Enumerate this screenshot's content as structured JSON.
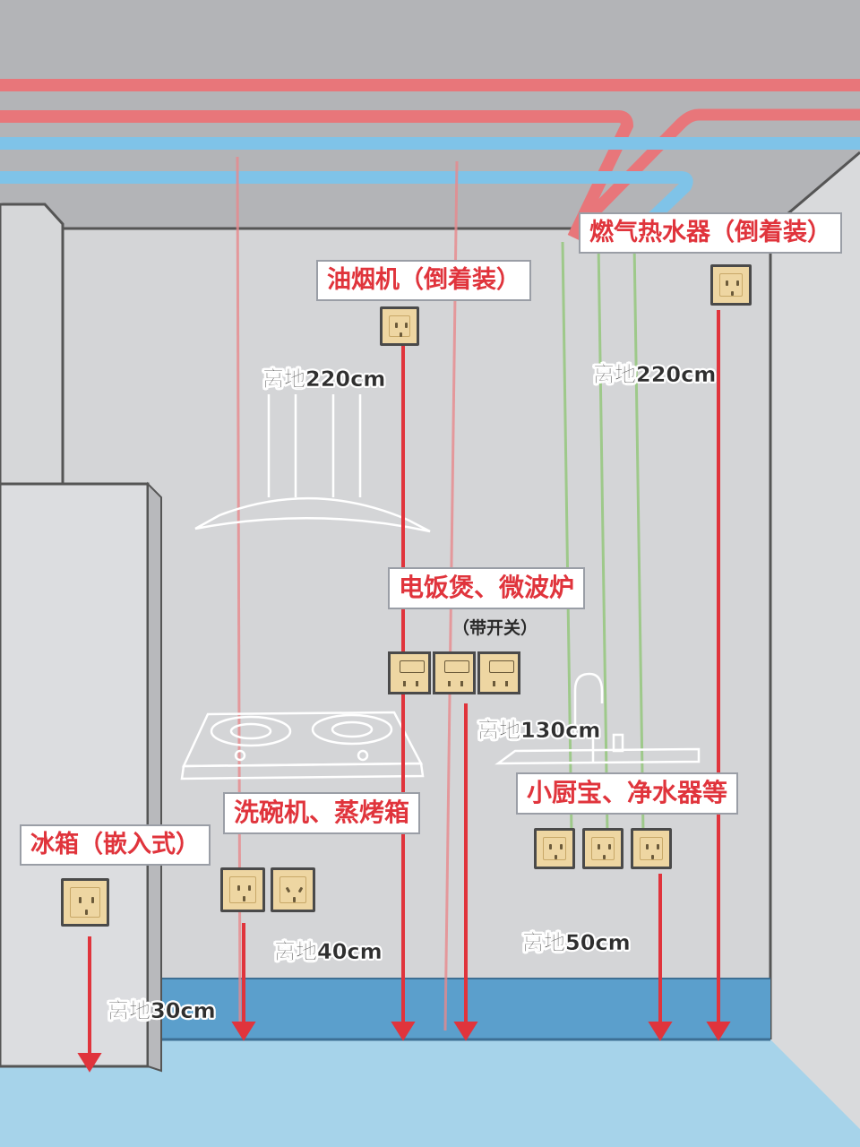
{
  "labels": {
    "hood": "油烟机（倒着装）",
    "heater": "燃气热水器（倒着装）",
    "rice": "电饭煲、微波炉",
    "rice_sub": "（带开关）",
    "dish": "洗碗机、蒸烤箱",
    "fridge": "冰箱（嵌入式）",
    "small": "小厨宝、净水器等"
  },
  "heights": {
    "hood": "离地220cm",
    "heater": "离地220cm",
    "rice": "离地130cm",
    "dish": "离地40cm",
    "fridge": "离地30cm",
    "small": "离地50cm"
  },
  "colors": {
    "accent_red": "#e0343c",
    "pipe_red": "#e8767a",
    "pipe_blue": "#7fc3e8",
    "wall": "#cfd0d2",
    "floor": "#a6d3ea",
    "baseboard": "#5b9fcc",
    "socket": "#eed6a2"
  }
}
